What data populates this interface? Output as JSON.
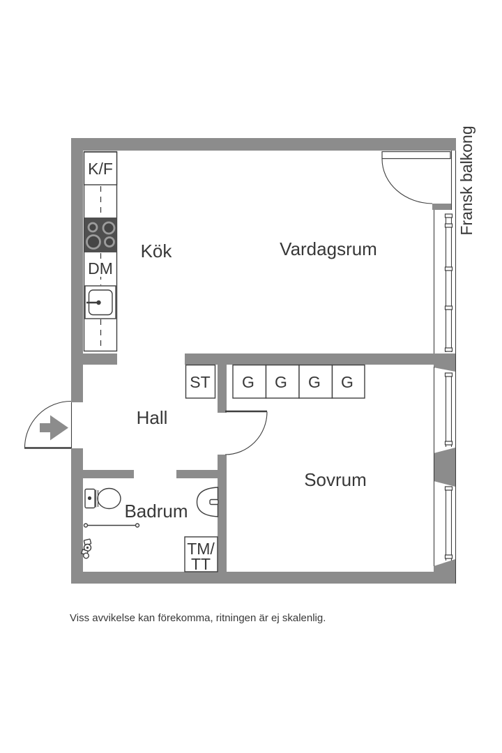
{
  "colors": {
    "wall": "#8C8C8C",
    "line": "#3E3E3E",
    "text": "#383838",
    "stove": "#4F4F4F",
    "background": "#FFFFFF"
  },
  "rooms": {
    "kitchen": "Kök",
    "living_room": "Vardagsrum",
    "hall": "Hall",
    "bedroom": "Sovrum",
    "bathroom": "Badrum"
  },
  "fixtures": {
    "fridge_freezer": "K/F",
    "dishwasher": "DM",
    "cleaning_cabinet": "ST",
    "wardrobe": "G",
    "wardrobe_count": 4,
    "washer_dryer_line1": "TM/",
    "washer_dryer_line2": "TT"
  },
  "annotations": {
    "balcony": "Fransk balkong",
    "disclaimer": "Viss avvikelse kan förekomma, ritningen är ej skalenlig."
  }
}
